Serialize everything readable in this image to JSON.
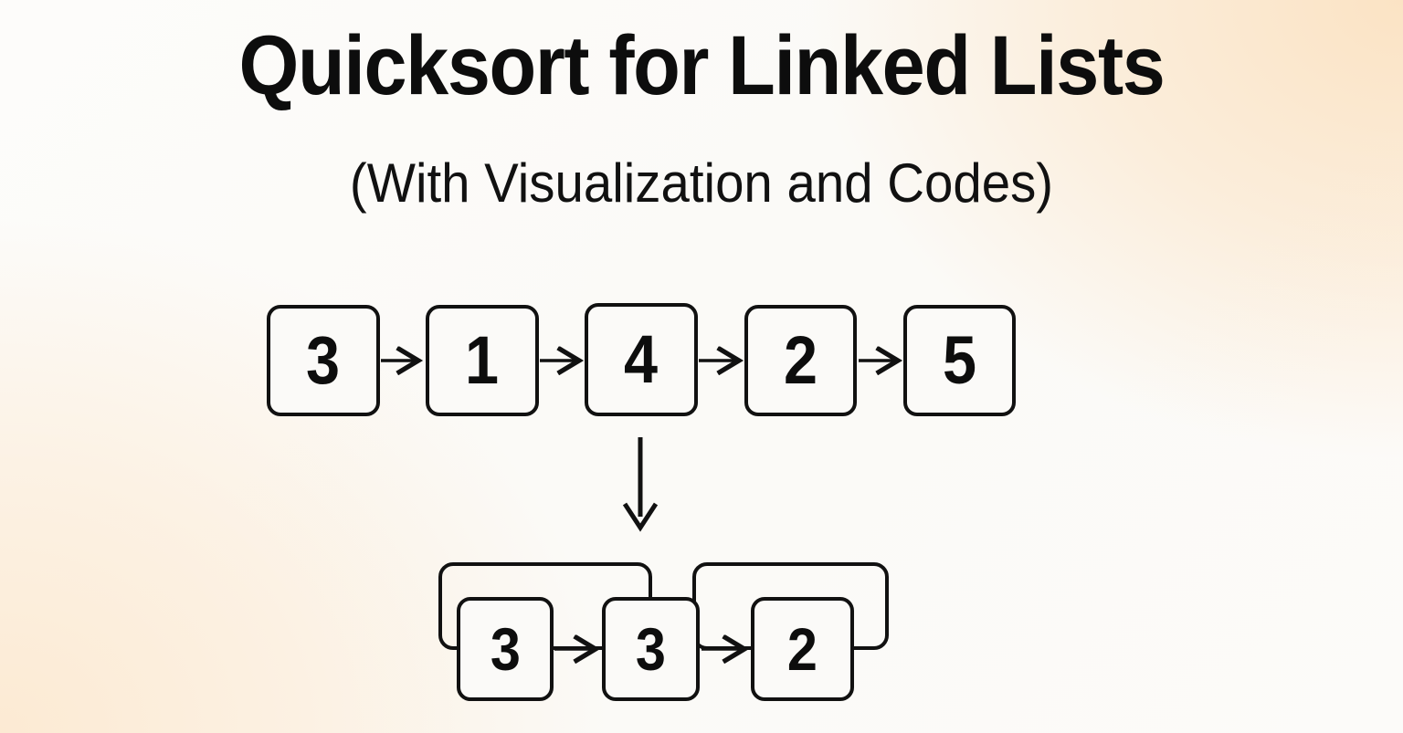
{
  "heading": {
    "title": "Quicksort for Linked Lists",
    "subtitle": "(With Visualization and Codes)"
  },
  "colors": {
    "text": "#0d0d0d",
    "stroke": "#111111",
    "node_fill": "#fbfaf8",
    "bg_warm": "#fbe3c4",
    "bg_light": "#fbfaf7"
  },
  "diagram": {
    "type": "linked-list",
    "top_row": {
      "name": "unsorted-linked-list",
      "nodes": [
        {
          "value": "3"
        },
        {
          "value": "1"
        },
        {
          "value": "4"
        },
        {
          "value": "2"
        },
        {
          "value": "5"
        }
      ],
      "connector": "arrow-right"
    },
    "flow_arrow": {
      "name": "downward-arrow",
      "direction": "down"
    },
    "bottom_row": {
      "name": "partitioned-linked-list",
      "nodes": [
        {
          "value": "3"
        },
        {
          "value": "3"
        },
        {
          "value": "2"
        }
      ],
      "connector": "arrow-right",
      "groups": [
        {
          "name": "partition-group-left"
        },
        {
          "name": "partition-group-right"
        }
      ]
    }
  }
}
